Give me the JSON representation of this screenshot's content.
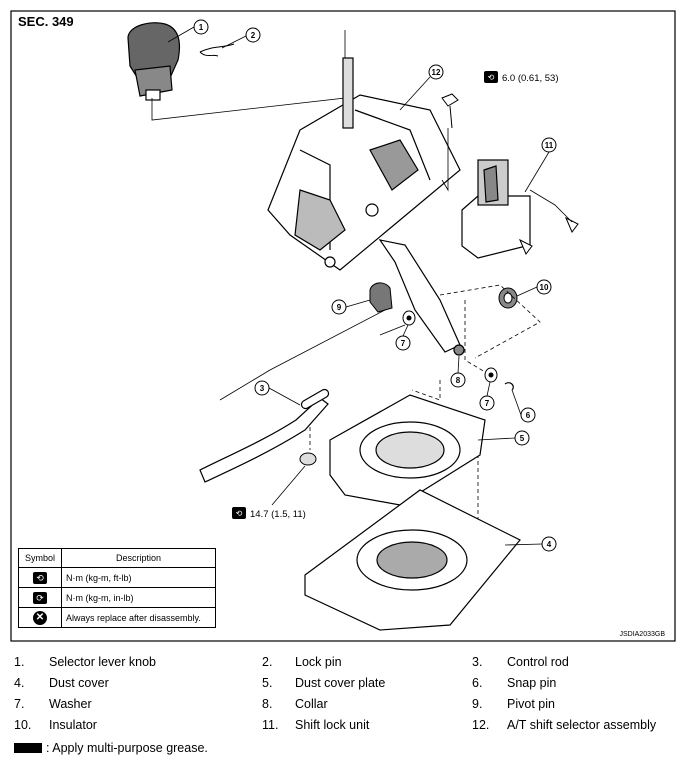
{
  "section": "SEC. 349",
  "figure_code": "JSDIA2033GB",
  "torque_callouts": [
    {
      "value": "6.0 (0.61, 53)"
    },
    {
      "value": "14.7 (1.5, 11)"
    }
  ],
  "callout_numbers": [
    "1",
    "2",
    "3",
    "4",
    "5",
    "6",
    "7",
    "7",
    "8",
    "9",
    "10",
    "11",
    "12"
  ],
  "legend": {
    "header_symbol": "Symbol",
    "header_description": "Description",
    "rows": [
      {
        "icon": "torque-icon",
        "description": "N·m (kg-m, ft-lb)"
      },
      {
        "icon": "torque-inlb-icon",
        "description": "N·m (kg-m, in-lb)"
      },
      {
        "icon": "replace-x-icon",
        "description": "Always replace after disassembly."
      }
    ]
  },
  "parts": [
    {
      "num": "1.",
      "name": "Selector lever knob"
    },
    {
      "num": "2.",
      "name": "Lock pin"
    },
    {
      "num": "3.",
      "name": "Control rod"
    },
    {
      "num": "4.",
      "name": "Dust cover"
    },
    {
      "num": "5.",
      "name": "Dust cover plate"
    },
    {
      "num": "6.",
      "name": "Snap pin"
    },
    {
      "num": "7.",
      "name": "Washer"
    },
    {
      "num": "8.",
      "name": "Collar"
    },
    {
      "num": "9.",
      "name": "Pivot pin"
    },
    {
      "num": "10.",
      "name": "Insulator"
    },
    {
      "num": "11.",
      "name": "Shift lock unit"
    },
    {
      "num": "12.",
      "name": "A/T shift selector assembly"
    }
  ],
  "grease_note": ": Apply multi-purpose grease."
}
